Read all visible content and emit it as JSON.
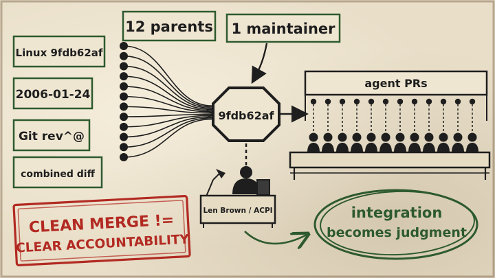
{
  "header": {
    "parents": "12 parents",
    "maintainer": "1 maintainer"
  },
  "facts": [
    "Linux 9fdb62af",
    "2006-01-24",
    "Git rev^@",
    "combined diff"
  ],
  "commit": {
    "label": "9fdb62af"
  },
  "desk": {
    "label": "Len Brown / ACPI"
  },
  "agents": {
    "label": "agent PRs"
  },
  "stamp": {
    "line1": "CLEAN MERGE !=",
    "line2": "CLEAR ACCOUNTABILITY"
  },
  "conclusion": {
    "line1": "integration",
    "line2": "becomes judgment"
  },
  "colors": {
    "ink": "#1e1e1e",
    "green": "#2d5a2e",
    "red": "#b22a22",
    "paper": "#e9dfc9"
  }
}
